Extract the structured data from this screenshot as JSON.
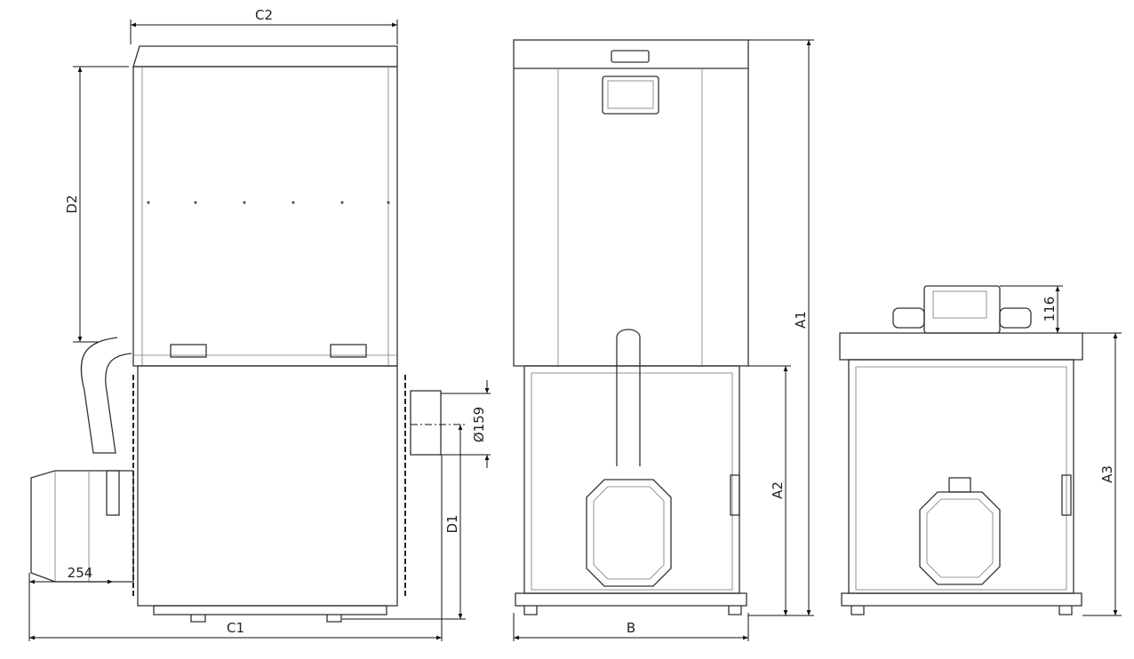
{
  "dimensions": {
    "c2": "C2",
    "d2": "D2",
    "a1": "A1",
    "h116": "116",
    "a3": "A3",
    "flue": "Ø159",
    "a2": "A2",
    "d1": "D1",
    "w254": "254",
    "c1": "C1",
    "b": "B"
  }
}
